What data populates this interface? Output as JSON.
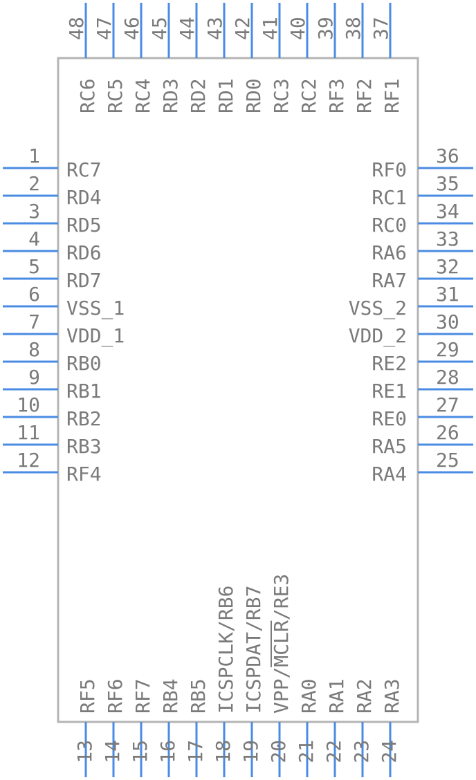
{
  "component": {
    "left_pins": [
      {
        "number": "1",
        "name": "RC7"
      },
      {
        "number": "2",
        "name": "RD4"
      },
      {
        "number": "3",
        "name": "RD5"
      },
      {
        "number": "4",
        "name": "RD6"
      },
      {
        "number": "5",
        "name": "RD7"
      },
      {
        "number": "6",
        "name": "VSS_1"
      },
      {
        "number": "7",
        "name": "VDD_1"
      },
      {
        "number": "8",
        "name": "RB0"
      },
      {
        "number": "9",
        "name": "RB1"
      },
      {
        "number": "10",
        "name": "RB2"
      },
      {
        "number": "11",
        "name": "RB3"
      },
      {
        "number": "12",
        "name": "RF4"
      }
    ],
    "bottom_pins": [
      {
        "number": "13",
        "name": "RF5"
      },
      {
        "number": "14",
        "name": "RF6"
      },
      {
        "number": "15",
        "name": "RF7"
      },
      {
        "number": "16",
        "name": "RB4"
      },
      {
        "number": "17",
        "name": "RB5"
      },
      {
        "number": "18",
        "name": "ICSPCLK/RB6"
      },
      {
        "number": "19",
        "name": "ICSPDAT/RB7"
      },
      {
        "number": "20",
        "name": "VPP/MCLR/RE3",
        "overbar": "MCLR"
      },
      {
        "number": "21",
        "name": "RA0"
      },
      {
        "number": "22",
        "name": "RA1"
      },
      {
        "number": "23",
        "name": "RA2"
      },
      {
        "number": "24",
        "name": "RA3"
      }
    ],
    "right_pins": [
      {
        "number": "36",
        "name": "RF0"
      },
      {
        "number": "35",
        "name": "RC1"
      },
      {
        "number": "34",
        "name": "RC0"
      },
      {
        "number": "33",
        "name": "RA6"
      },
      {
        "number": "32",
        "name": "RA7"
      },
      {
        "number": "31",
        "name": "VSS_2"
      },
      {
        "number": "30",
        "name": "VDD_2"
      },
      {
        "number": "29",
        "name": "RE2"
      },
      {
        "number": "28",
        "name": "RE1"
      },
      {
        "number": "27",
        "name": "RE0"
      },
      {
        "number": "26",
        "name": "RA5"
      },
      {
        "number": "25",
        "name": "RA4"
      }
    ],
    "top_pins": [
      {
        "number": "48",
        "name": "RC6"
      },
      {
        "number": "47",
        "name": "RC5"
      },
      {
        "number": "46",
        "name": "RC4"
      },
      {
        "number": "45",
        "name": "RD3"
      },
      {
        "number": "44",
        "name": "RD2"
      },
      {
        "number": "43",
        "name": "RD1"
      },
      {
        "number": "42",
        "name": "RD0"
      },
      {
        "number": "41",
        "name": "RC3"
      },
      {
        "number": "40",
        "name": "RC2"
      },
      {
        "number": "39",
        "name": "RF3"
      },
      {
        "number": "38",
        "name": "RF2"
      },
      {
        "number": "37",
        "name": "RF1"
      }
    ]
  },
  "colors": {
    "pin": "#4a8be3",
    "body_outline": "#b4b4b4",
    "text": "#7a7a7a"
  }
}
